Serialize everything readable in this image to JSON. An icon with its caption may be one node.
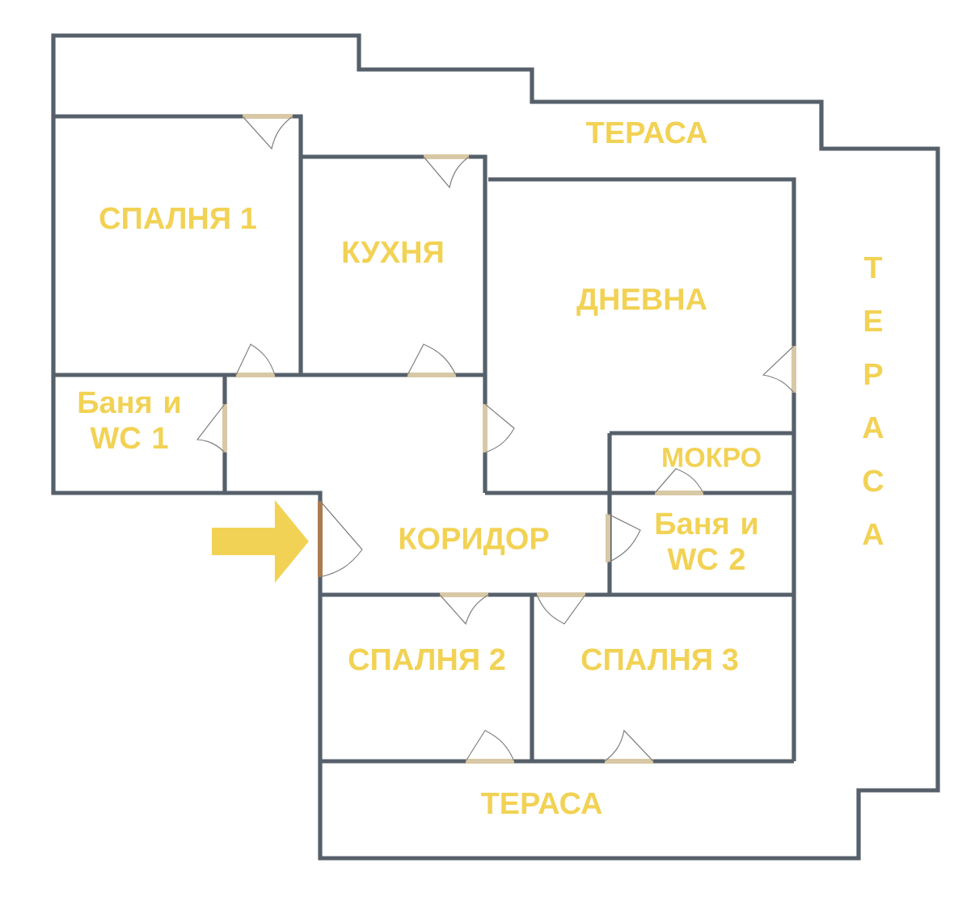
{
  "diagram": {
    "nodes": [
      {
        "text": [
          "ТЕРАСА"
        ]
      },
      {
        "text": [
          "СПАЛНЯ 1"
        ]
      },
      {
        "text": [
          "КУХНЯ"
        ]
      },
      {
        "text": [
          "ДНЕВНА"
        ]
      },
      {
        "text": [
          "ТЕРАСА"
        ]
      },
      {
        "text": [
          "Баня и WC 1"
        ]
      },
      {
        "text": [
          "МОКРО"
        ]
      },
      {
        "text": [
          "КОРИДОР"
        ]
      },
      {
        "text": [
          "Баня и WC 2"
        ]
      },
      {
        "text": [
          "СПАЛНЯ 2"
        ]
      },
      {
        "text": [
          "СПАЛНЯ 3"
        ]
      },
      {
        "text": [
          "ТЕРАСА"
        ]
      }
    ],
    "edges": [
      {
        "from": null,
        "to": 7,
        "arrow": "to"
      }
    ]
  }
}
